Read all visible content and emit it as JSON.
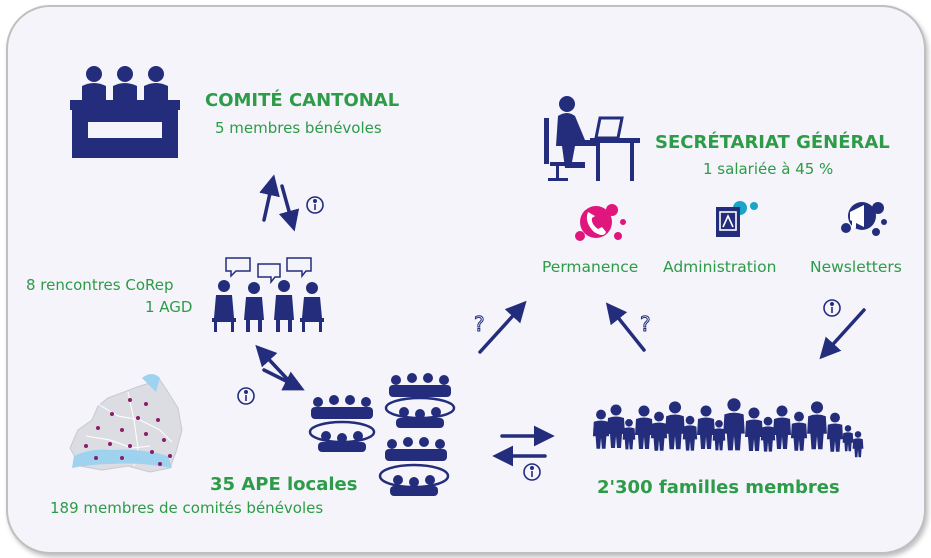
{
  "comite": {
    "title": "COMITÉ CANTONAL",
    "subtitle": "5 membres bénévoles"
  },
  "secretariat": {
    "title": "SECRÉTARIAT GÉNÉRAL",
    "subtitle": "1 salariée à 45 %"
  },
  "services": [
    {
      "label": "Permanence",
      "icon": "phone-splash-icon"
    },
    {
      "label": "Administration",
      "icon": "folder-splash-icon"
    },
    {
      "label": "Newsletters",
      "icon": "megaphone-splash-icon"
    }
  ],
  "corep": {
    "line1": "8 rencontres CoRep",
    "line2": "1 AGD"
  },
  "ape": {
    "title": "35 APE locales",
    "subtitle": "189 membres de comités bénévoles"
  },
  "familles": {
    "title": "2'300 familles membres"
  },
  "colors": {
    "navy": "#232d7c",
    "green": "#2d9b47",
    "magenta": "#e0167d",
    "teal": "#1aa4c8",
    "card_bg": "#f4f4fa"
  },
  "icons": {
    "info": "info-circle-icon",
    "question": "question-mark-icon"
  }
}
